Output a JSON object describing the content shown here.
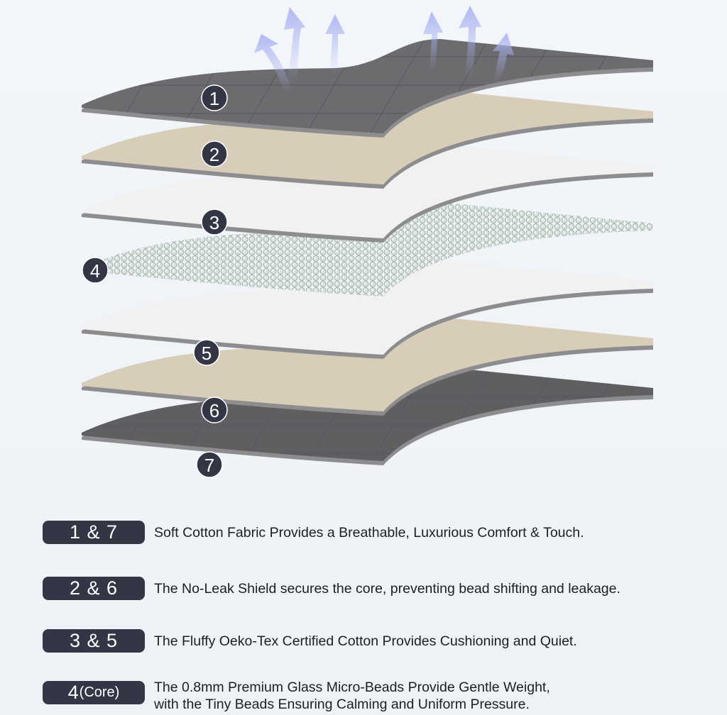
{
  "layers": [
    {
      "number": "1",
      "color": "#6c6c6f"
    },
    {
      "number": "2",
      "color": "#d8cdb9"
    },
    {
      "number": "3",
      "color": "#f1f1f1"
    },
    {
      "number": "4",
      "color": "#c9d6d2"
    },
    {
      "number": "5",
      "color": "#f1f1f1"
    },
    {
      "number": "6",
      "color": "#d8cdb9"
    },
    {
      "number": "7",
      "color": "#5f5f62"
    }
  ],
  "legend": [
    {
      "badge": "1 & 7",
      "badge_sub": "",
      "text": "Soft Cotton Fabric Provides a Breathable, Luxurious Comfort & Touch."
    },
    {
      "badge": "2 & 6",
      "badge_sub": "",
      "text": "The No-Leak Shield secures the core, preventing bead shifting and leakage."
    },
    {
      "badge": "3 & 5",
      "badge_sub": "",
      "text": "The Fluffy Oeko-Tex Certified Cotton Provides Cushioning and Quiet."
    },
    {
      "badge": "4",
      "badge_sub": "(Core)",
      "text": "The 0.8mm Premium Glass Micro-Beads Provide Gentle Weight,",
      "text2": "with the Tiny Beads Ensuring Calming and Uniform Pressure."
    }
  ],
  "colors": {
    "badge": "#343645",
    "arrows": "#a9b2f0"
  }
}
